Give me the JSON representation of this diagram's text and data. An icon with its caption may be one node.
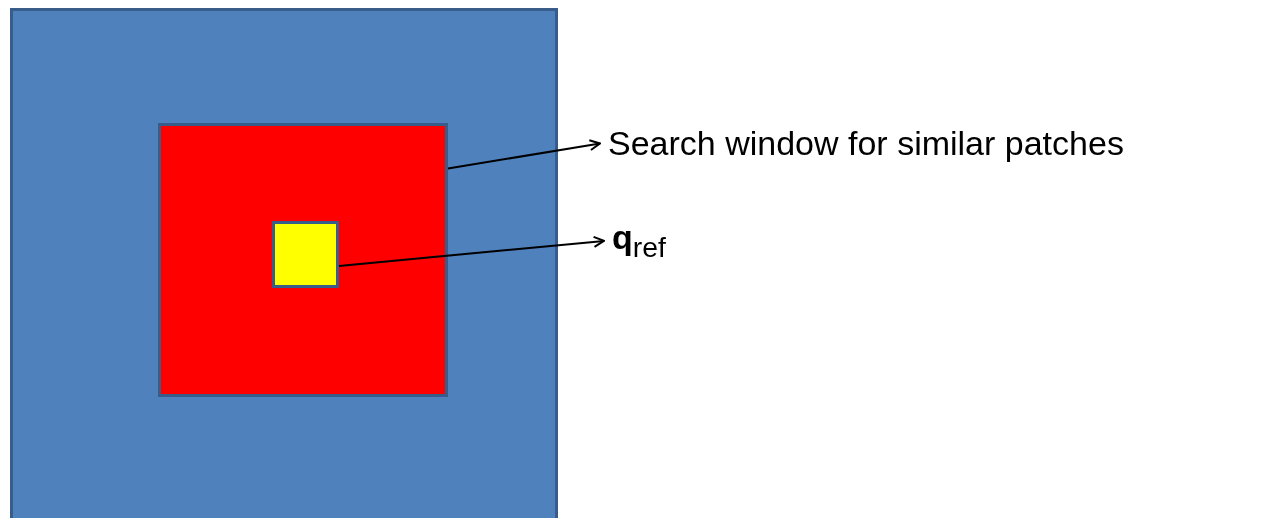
{
  "diagram": {
    "nodes": [
      {
        "text": [],
        "shape": "box"
      },
      {
        "text": [],
        "shape": "box",
        "in": 0
      },
      {
        "text": [],
        "shape": "box",
        "in": 1
      },
      {
        "text": [
          "Search window for similar patches"
        ]
      },
      {
        "text": [
          "**q**$_{ref}$"
        ]
      }
    ],
    "edges": [
      {
        "from": 1,
        "to": 3,
        "arrow": "to"
      },
      {
        "from": 2,
        "to": 4,
        "arrow": "to"
      }
    ]
  }
}
